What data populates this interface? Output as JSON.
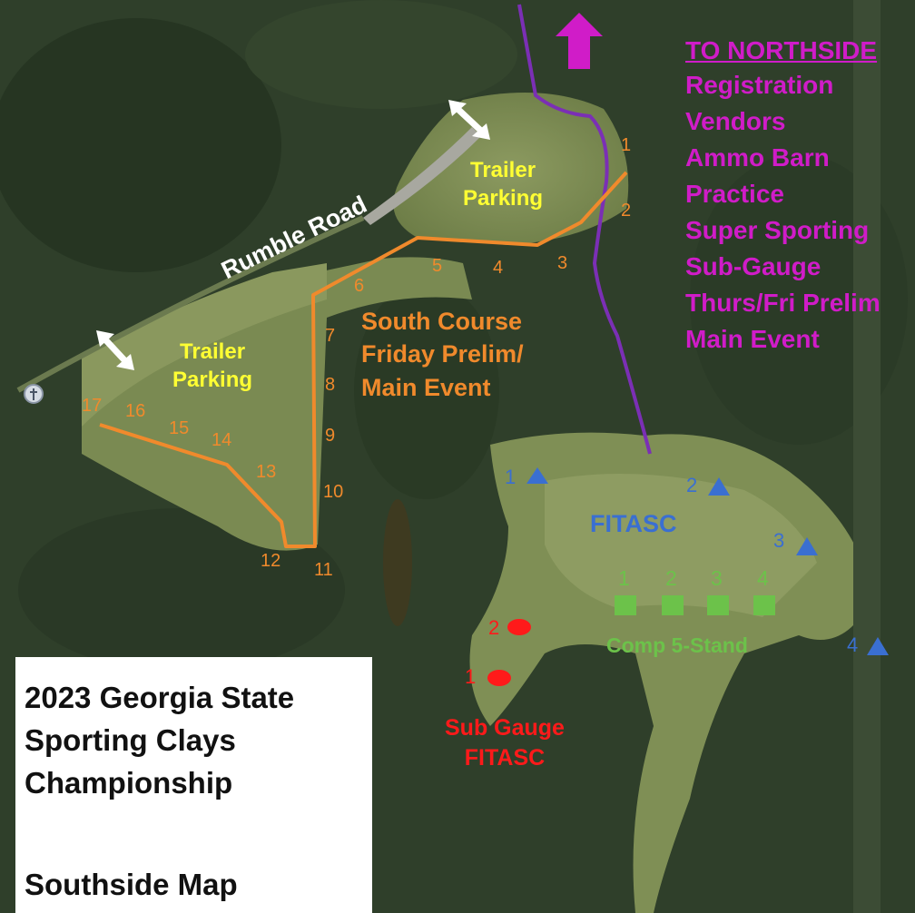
{
  "title_lines": [
    "2023 Georgia State",
    "Sporting Clays",
    "Championship"
  ],
  "subtitle": "Southside Map",
  "road_label": "Rumble Road",
  "trailer_parking": {
    "line1": "Trailer",
    "line2": "Parking"
  },
  "south_course": {
    "line1": "South Course",
    "line2": "Friday Prelim/",
    "line3": "Main Event"
  },
  "northside": {
    "header": "TO NORTHSIDE",
    "items": [
      "Registration",
      "Vendors",
      "Ammo Barn",
      "Practice",
      "Super Sporting",
      "Sub-Gauge",
      "Thurs/Fri Prelim",
      "Main Event"
    ]
  },
  "fitasc_label": "FITASC",
  "comp5_label": "Comp 5-Stand",
  "subgauge": {
    "line1": "Sub Gauge",
    "line2": "FITASC"
  },
  "station_numbers": {
    "south": [
      "1",
      "2",
      "3",
      "4",
      "5",
      "6",
      "7",
      "8",
      "9",
      "10",
      "11",
      "12",
      "13",
      "14",
      "15",
      "16",
      "17"
    ],
    "fitasc": [
      "1",
      "2",
      "3",
      "4"
    ],
    "comp5": [
      "1",
      "2",
      "3",
      "4"
    ],
    "subgauge": [
      "1",
      "2"
    ]
  },
  "colors": {
    "course_line": "#f08a2c",
    "purple_path": "#7b2fb5",
    "north_text": "#d01cc8",
    "fitasc": "#3a6fd1",
    "comp5": "#6cc24a",
    "subgauge": "#ff1a1a",
    "parking": "#ffff33"
  },
  "icons": [
    "up-arrow-icon",
    "double-arrow-icon",
    "triangle-icon",
    "square-icon",
    "ellipse-icon",
    "church-pin-icon"
  ]
}
